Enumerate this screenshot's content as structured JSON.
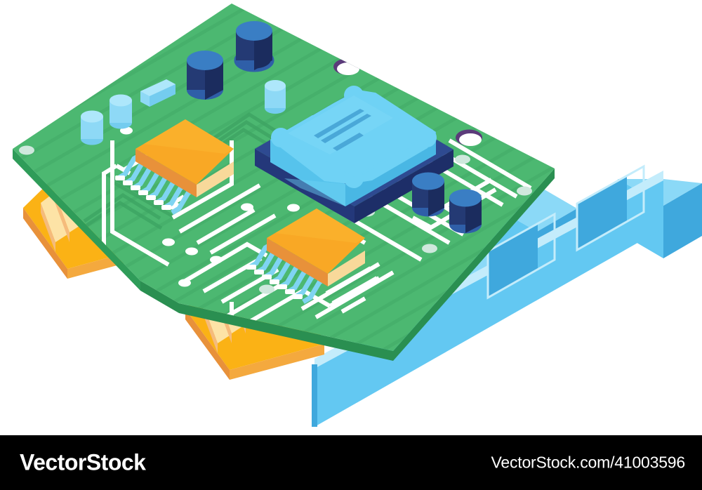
{
  "illustration": {
    "title": "Isometric PCI expansion card",
    "subject": "computer-expansion-card",
    "style": "isometric-flat-vector",
    "background": "#ffffff"
  },
  "palette": {
    "pcb_top": "#4cb871",
    "pcb_top_alt": "#43ae67",
    "pcb_side_left": "#2f9c59",
    "pcb_side_right": "#2a8f51",
    "pcb_trace": "#ffffff",
    "pcb_trace_dark": "#3ea563",
    "chip_top": "#6fd2f5",
    "chip_top_light": "#8fdcf8",
    "chip_side_left": "#56c3ec",
    "chip_side_right": "#49b7e4",
    "chip_base_top": "#2e4a91",
    "chip_base_left": "#24387a",
    "chip_base_right": "#1d2e68",
    "chip_marking": "#4aa8d8",
    "ic_top": "#f9a825",
    "ic_top_light": "#fcb731",
    "ic_side_left": "#e8913a",
    "ic_side_right": "#f8d99a",
    "ic_pin": "#7fd4f2",
    "ic_pin_dark": "#59c2e8",
    "gold_top": "#fbb215",
    "gold_side_left": "#e8913a",
    "gold_side_right": "#f4a93e",
    "gold_finger": "#fde3a6",
    "cap_top": "#3a7ec4",
    "cap_top_light": "#4a8fd4",
    "cap_body_left": "#243a74",
    "cap_body_right": "#1b2c5e",
    "cap_ring": "#2f5fa8",
    "small_cap_top": "#aee7fb",
    "small_cap_body": "#8ed9f6",
    "small_cap_body_dark": "#74ccef",
    "bracket_face": "#63c8f2",
    "bracket_top": "#8bd9f7",
    "bracket_side": "#3fa8dd",
    "bracket_edge": "#c3ecfb",
    "bracket_dark": "#4badd9",
    "hole_rim": "#5b3b7a",
    "hole_fill": "#ffffff",
    "pad_fill": "#ffffff",
    "vias": "#cfe8dd"
  },
  "components": {
    "pcb_board": {
      "name": "green printed circuit board",
      "count": 1
    },
    "processor": {
      "name": "main processor chip",
      "count": 1,
      "markings": 3
    },
    "ic_chips": {
      "name": "orange integrated circuit",
      "count": 2,
      "pins_each": 8
    },
    "capacitors_large": {
      "name": "navy electrolytic capacitor",
      "count": 4
    },
    "capacitors_small": {
      "name": "light blue capacitor",
      "count": 3
    },
    "rect_component": {
      "name": "light blue rectangular component",
      "count": 1
    },
    "edge_connectors": {
      "name": "gold edge connector",
      "count": 2,
      "fingers_each": 8
    },
    "io_bracket": {
      "name": "metal I/O bracket",
      "count": 1,
      "ports": 2,
      "mount_blocks": 2
    },
    "mounting_holes": {
      "name": "mounting hole",
      "count": 2
    },
    "solder_pads": {
      "name": "round solder pad",
      "count": 9
    },
    "vias": {
      "name": "via",
      "count": 7
    }
  },
  "footer": {
    "brand": "VectorStock",
    "url": "VectorStock.com/41003596",
    "background": "#000000",
    "text_color": "#ffffff"
  }
}
